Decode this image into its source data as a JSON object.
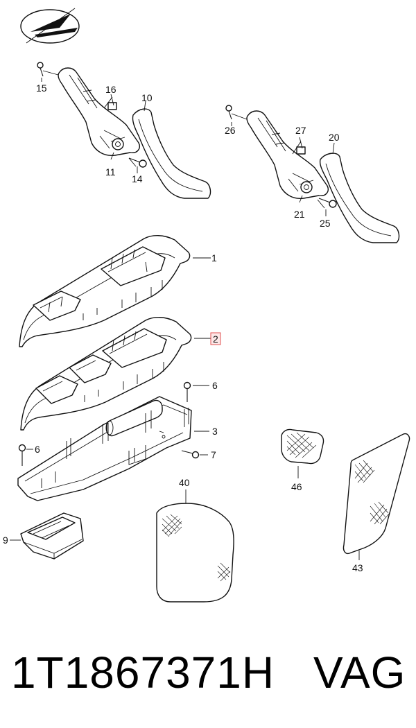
{
  "callouts": [
    {
      "id": "c15",
      "text": "15"
    },
    {
      "id": "c16",
      "text": "16"
    },
    {
      "id": "c10",
      "text": "10"
    },
    {
      "id": "c11",
      "text": "11"
    },
    {
      "id": "c14",
      "text": "14"
    },
    {
      "id": "c26",
      "text": "26"
    },
    {
      "id": "c27",
      "text": "27"
    },
    {
      "id": "c20",
      "text": "20"
    },
    {
      "id": "c21",
      "text": "21"
    },
    {
      "id": "c25",
      "text": "25"
    },
    {
      "id": "c1",
      "text": "1"
    },
    {
      "id": "c2",
      "text": "2"
    },
    {
      "id": "c6a",
      "text": "6"
    },
    {
      "id": "c6b",
      "text": "6"
    },
    {
      "id": "c3",
      "text": "3"
    },
    {
      "id": "c7",
      "text": "7"
    },
    {
      "id": "c40",
      "text": "40"
    },
    {
      "id": "c46",
      "text": "46"
    },
    {
      "id": "c43",
      "text": "43"
    },
    {
      "id": "c9",
      "text": "9"
    }
  ],
  "highlight_color": "#e05050",
  "footer": {
    "part_number": "1T1867371H",
    "brand": "VAG"
  }
}
